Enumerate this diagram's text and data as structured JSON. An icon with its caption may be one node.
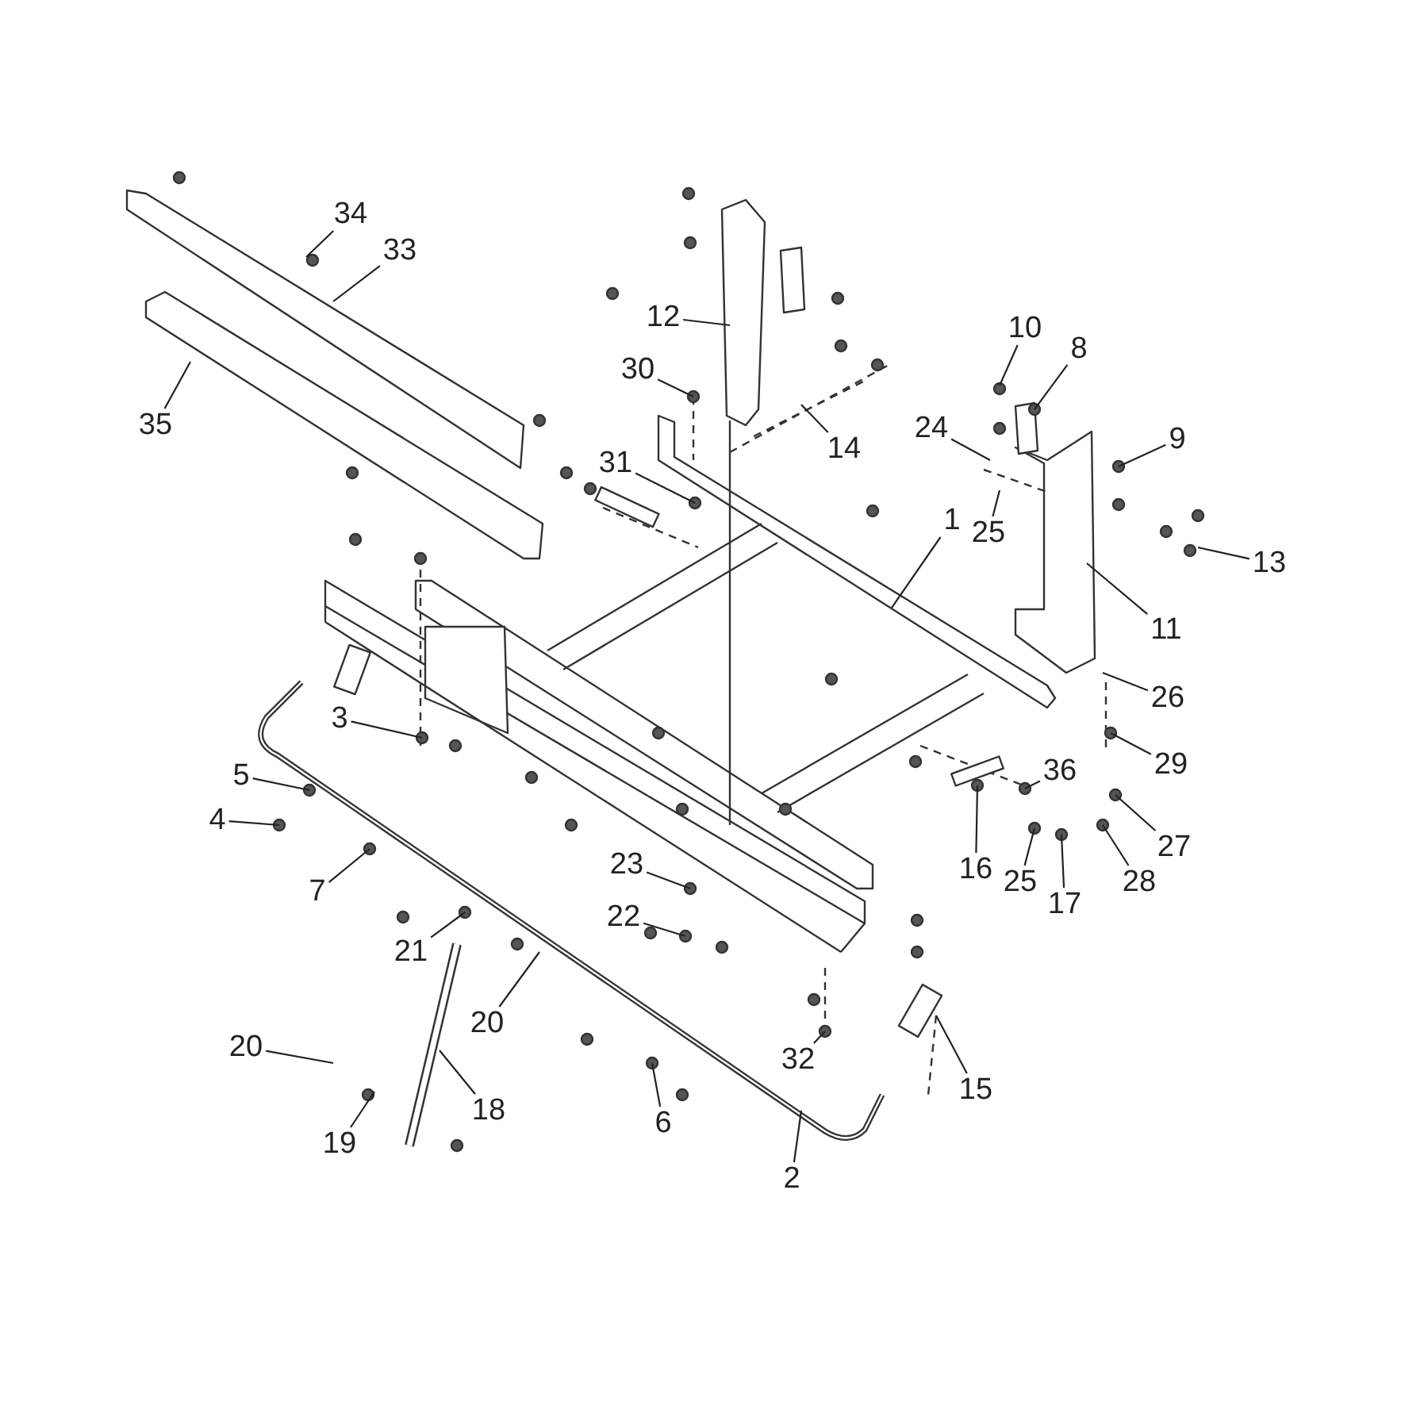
{
  "diagram": {
    "nodes": [
      {
        "text": [
          "34"
        ]
      },
      {
        "text": [
          "33"
        ]
      },
      {
        "text": [
          "12"
        ]
      },
      {
        "text": [
          "10"
        ]
      },
      {
        "text": [
          "8"
        ]
      },
      {
        "text": [
          "30"
        ]
      },
      {
        "text": [
          "35"
        ]
      },
      {
        "text": [
          "24"
        ]
      },
      {
        "text": [
          "9"
        ]
      },
      {
        "text": [
          "14"
        ]
      },
      {
        "text": [
          "31"
        ]
      },
      {
        "text": [
          "1"
        ]
      },
      {
        "text": [
          "25"
        ]
      },
      {
        "text": [
          "13"
        ]
      },
      {
        "text": [
          "11"
        ]
      },
      {
        "text": [
          "26"
        ]
      },
      {
        "text": [
          "3"
        ]
      },
      {
        "text": [
          "29"
        ]
      },
      {
        "text": [
          "5"
        ]
      },
      {
        "text": [
          "36"
        ]
      },
      {
        "text": [
          "4"
        ]
      },
      {
        "text": [
          "27"
        ]
      },
      {
        "text": [
          "23"
        ]
      },
      {
        "text": [
          "16"
        ]
      },
      {
        "text": [
          "25"
        ]
      },
      {
        "text": [
          "28"
        ]
      },
      {
        "text": [
          "7"
        ]
      },
      {
        "text": [
          "17"
        ]
      },
      {
        "text": [
          "22"
        ]
      },
      {
        "text": [
          "21"
        ]
      },
      {
        "text": [
          "20"
        ]
      },
      {
        "text": [
          "20"
        ]
      },
      {
        "text": [
          "32"
        ]
      },
      {
        "text": [
          "15"
        ]
      },
      {
        "text": [
          "18"
        ]
      },
      {
        "text": [
          "6"
        ]
      },
      {
        "text": [
          "19"
        ]
      },
      {
        "text": [
          "2"
        ]
      }
    ],
    "edges": [
      {
        "from": 0,
        "to": null,
        "arrow": "none"
      },
      {
        "from": 1,
        "to": null,
        "arrow": "none"
      },
      {
        "from": 2,
        "to": null,
        "arrow": "none"
      },
      {
        "from": 3,
        "to": null,
        "arrow": "none"
      },
      {
        "from": 4,
        "to": null,
        "arrow": "none"
      },
      {
        "from": 5,
        "to": null,
        "arrow": "none"
      },
      {
        "from": 6,
        "to": null,
        "arrow": "none"
      },
      {
        "from": 7,
        "to": null,
        "arrow": "none"
      },
      {
        "from": 8,
        "to": null,
        "arrow": "none"
      },
      {
        "from": 9,
        "to": null,
        "arrow": "none"
      },
      {
        "from": 10,
        "to": null,
        "arrow": "none"
      },
      {
        "from": 11,
        "to": null,
        "arrow": "none"
      },
      {
        "from": 12,
        "to": null,
        "arrow": "none"
      },
      {
        "from": 13,
        "to": null,
        "arrow": "none"
      },
      {
        "from": 14,
        "to": null,
        "arrow": "none"
      },
      {
        "from": 15,
        "to": null,
        "arrow": "none"
      },
      {
        "from": 16,
        "to": null,
        "arrow": "none"
      },
      {
        "from": 17,
        "to": null,
        "arrow": "none"
      },
      {
        "from": 18,
        "to": null,
        "arrow": "none"
      },
      {
        "from": 19,
        "to": null,
        "arrow": "none"
      },
      {
        "from": 20,
        "to": null,
        "arrow": "none"
      },
      {
        "from": 21,
        "to": null,
        "arrow": "none"
      },
      {
        "from": 22,
        "to": null,
        "arrow": "none"
      },
      {
        "from": 23,
        "to": null,
        "arrow": "none"
      },
      {
        "from": 24,
        "to": null,
        "arrow": "none"
      },
      {
        "from": 25,
        "to": null,
        "arrow": "none"
      },
      {
        "from": 26,
        "to": null,
        "arrow": "none"
      },
      {
        "from": 27,
        "to": null,
        "arrow": "none"
      },
      {
        "from": 28,
        "to": null,
        "arrow": "none"
      },
      {
        "from": 29,
        "to": null,
        "arrow": "none"
      },
      {
        "from": 30,
        "to": null,
        "arrow": "none"
      },
      {
        "from": 31,
        "to": null,
        "arrow": "none"
      },
      {
        "from": 32,
        "to": null,
        "arrow": "none"
      },
      {
        "from": 33,
        "to": null,
        "arrow": "none"
      },
      {
        "from": 34,
        "to": null,
        "arrow": "none"
      },
      {
        "from": 35,
        "to": null,
        "arrow": "none"
      },
      {
        "from": 36,
        "to": null,
        "arrow": "none"
      },
      {
        "from": 37,
        "to": null,
        "arrow": "none"
      }
    ]
  }
}
